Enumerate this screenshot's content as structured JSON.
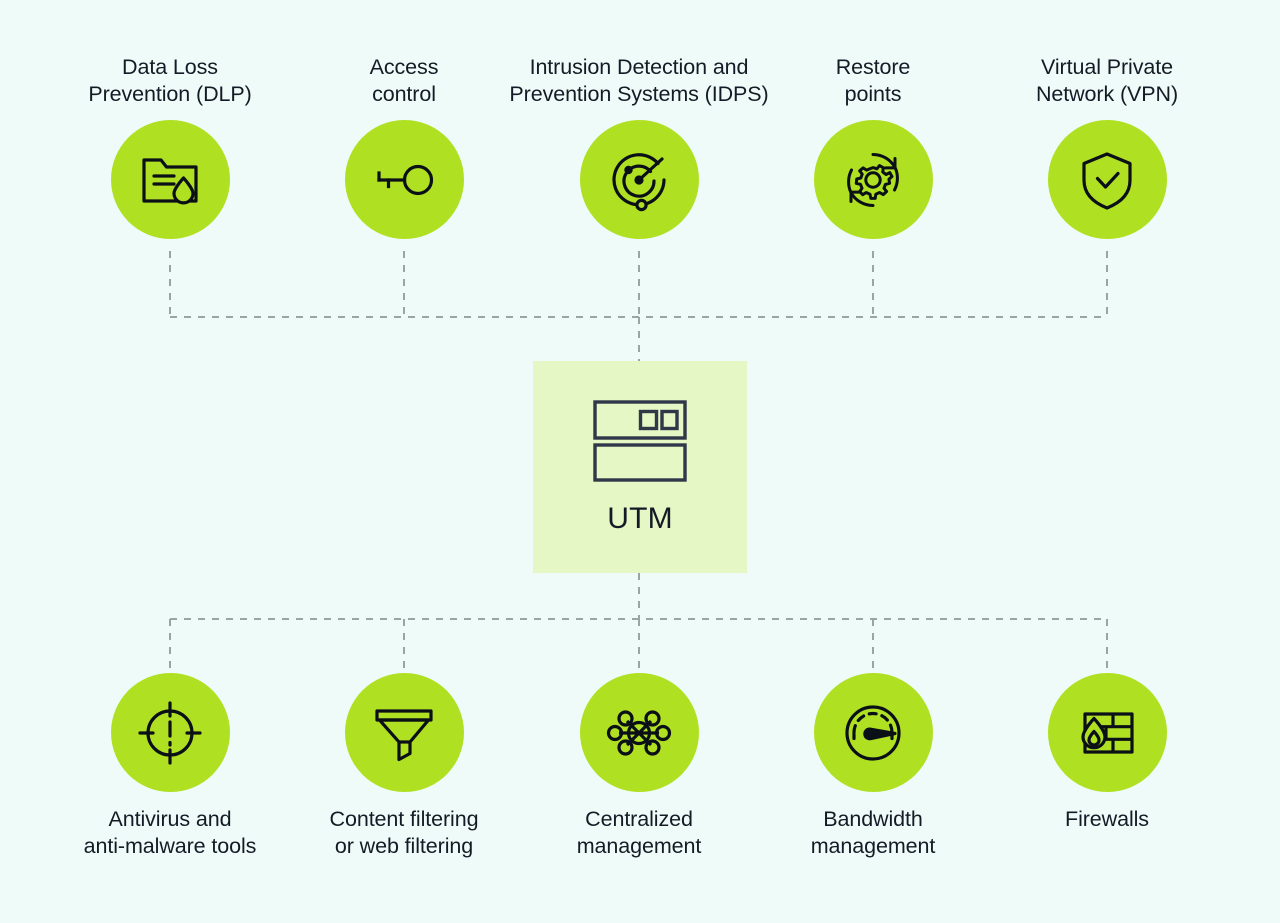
{
  "diagram": {
    "title": "UTM (Unified Threat Management) components diagram",
    "background_color": "#effbf8",
    "accent_color": "#b0e022",
    "center_box_color": "#e4f7c4",
    "connector_color": "#9aa5a3",
    "text_color": "#131a26"
  },
  "center": {
    "label": "UTM",
    "icon": "server-rack-icon"
  },
  "top_nodes": [
    {
      "label": "Data Loss\nPrevention (DLP)",
      "icon": "folder-droplet-icon"
    },
    {
      "label": "Access\ncontrol",
      "icon": "key-icon"
    },
    {
      "label": "Intrusion Detection and\nPrevention Systems (IDPS)",
      "icon": "radar-icon"
    },
    {
      "label": "Restore\npoints",
      "icon": "gear-refresh-icon"
    },
    {
      "label": "Virtual Private\nNetwork (VPN)",
      "icon": "shield-check-icon"
    }
  ],
  "bottom_nodes": [
    {
      "label": "Antivirus and\nanti-malware tools",
      "icon": "crosshair-alert-icon"
    },
    {
      "label": "Content filtering\nor web filtering",
      "icon": "funnel-icon"
    },
    {
      "label": "Centralized\nmanagement",
      "icon": "network-hub-icon"
    },
    {
      "label": "Bandwidth\nmanagement",
      "icon": "speedometer-icon"
    },
    {
      "label": "Firewalls",
      "icon": "firewall-brick-flame-icon"
    }
  ]
}
